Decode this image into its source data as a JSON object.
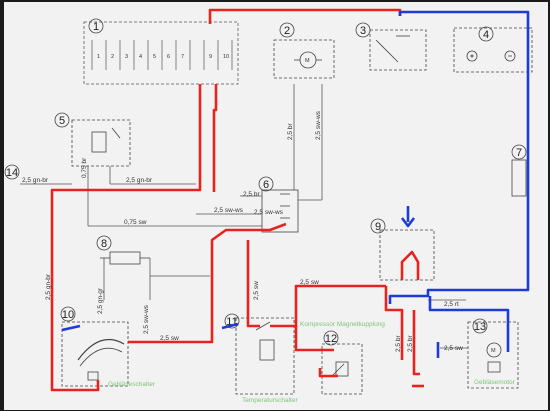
{
  "components": {
    "c1": "1",
    "c2": "2",
    "c3": "3",
    "c4": "4",
    "c5": "5",
    "c6": "6",
    "c7": "7",
    "c8": "8",
    "c9": "9",
    "c10": "10",
    "c11": "11",
    "c12": "12",
    "c13": "13",
    "c14": "14"
  },
  "fuse_numbers": [
    "1",
    "2",
    "3",
    "4",
    "5",
    "6",
    "7",
    "9",
    "10"
  ],
  "wire_labels": {
    "w_gn_br_left": "2,5 gn-br",
    "w_br_075": "0,75 br",
    "w_gn_br_mid": "2,5 gn-br",
    "w_sw_075": "0,75 sw",
    "w_sw_ws": "2,5 sw-ws",
    "w_br_m1": "2,5 br",
    "w_br_m2": "2,5 br",
    "w_sw_ws_m": "2,5 sw-ws",
    "w_sw_ws_m2": "2,5 sw-ws",
    "w_gn_br_v": "2,5 gn-br",
    "w_gn_gr": "2,5 gn-gr",
    "w_sw_ws_v": "2,5 sw-ws",
    "w_sw_10": "2,5 sw",
    "w_sw_11": "2,5 sw",
    "w_sw_9": "2,5 sw",
    "w_rt_9": "2,5 rt",
    "w_sw_13": "2,5 sw",
    "w_br_9a": "2,5 br",
    "w_br_9b": "2,5 br"
  },
  "green_labels": {
    "gebl_schalter": "Gebläseschalter",
    "kompressor_magnetkupplung": "Kompressor Magnetkupplung",
    "temperaturschalter": "Temperaturschalter",
    "geblaesemotor": "Gebläsemotor"
  },
  "colors": {
    "red_wire": "#e8231f",
    "blue_wire": "#1e3bd6",
    "paper": "#f2f2f2",
    "ink": "#3a3a3a"
  }
}
